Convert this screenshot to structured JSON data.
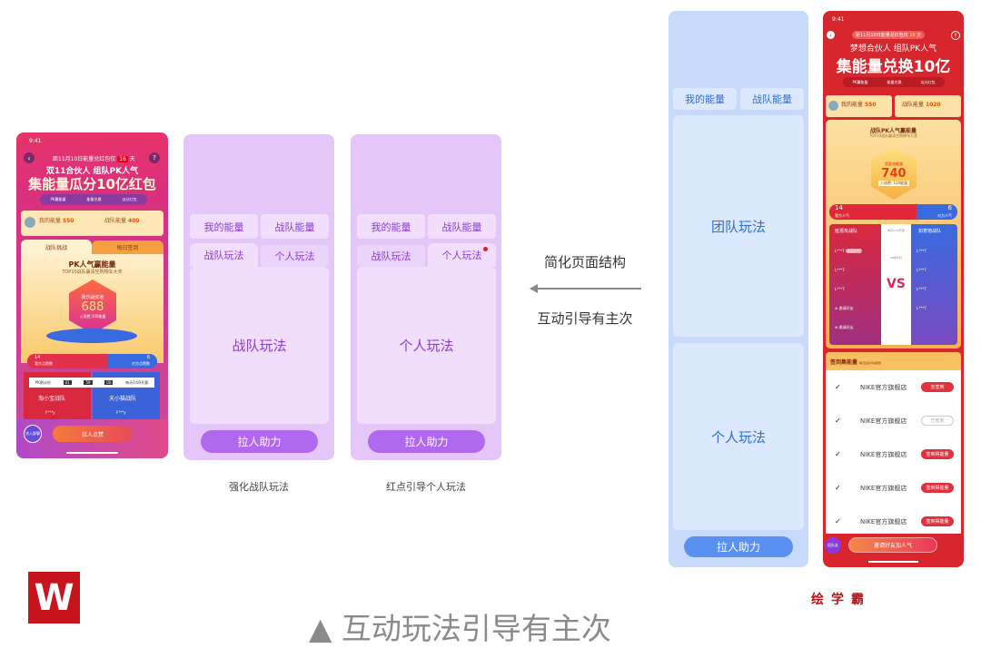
{
  "left_phone": {
    "time": "9:41",
    "countdown": "距11月10日能量兑红包仅",
    "days": "16",
    "days_unit": "天",
    "subtitle": "双11合伙人 组队PK人气",
    "title": "集能量瓜分10亿红包",
    "stages": [
      "PK赢能量",
      "能量兑换",
      "瓜分红包"
    ],
    "my_energy_label": "我的能量",
    "my_energy": "550",
    "team_energy_label": "战队能量",
    "team_energy": "400",
    "tabs": [
      "战队挑战",
      "每日签到"
    ],
    "card_title": "PK人气赢能量",
    "card_sub": "TOP10战队赢清空购物车大奖",
    "pool_label": "娱乐战奖池",
    "pool_value": "688",
    "entry": "入场费:100能量",
    "score_left": "14",
    "score_left_label": "我方点赞数",
    "score_right": "6",
    "score_right_label": "对方点赞数",
    "pk_label": "PK倒计时",
    "timer": [
      "01",
      "59",
      "00"
    ],
    "reset": "每天0:00开赛",
    "team_left": "淘小宝战队",
    "team_right": "天小猫战队",
    "user_left": "F***y",
    "user_right": "F***y",
    "join": "进入群聊",
    "cta": "拉人点赞"
  },
  "wireframe1": {
    "tabs": [
      "我的能量",
      "战队能量"
    ],
    "subtabs": [
      "战队玩法",
      "个人玩法"
    ],
    "body": "战队玩法",
    "button": "拉人助力",
    "caption": "强化战队玩法"
  },
  "wireframe2": {
    "tabs": [
      "我的能量",
      "战队能量"
    ],
    "subtabs": [
      "战队玩法",
      "个人玩法"
    ],
    "body": "个人玩法",
    "button": "拉人助力",
    "caption": "红点引导个人玩法"
  },
  "arrow": {
    "top": "简化页面结构",
    "bottom": "互动引导有主次"
  },
  "wireframe3": {
    "tabs": [
      "我的能量",
      "战队能量"
    ],
    "team": "团队玩法",
    "personal": "个人玩法",
    "button": "拉人助力"
  },
  "right_phone": {
    "time": "9:41",
    "countdown": "距11月10日能量兑红包仅",
    "days": "16",
    "days_unit": "天",
    "subtitle": "梦想合伙人 组队PK人气",
    "title": "集能量兑换10亿",
    "stages": [
      "PK赢能量",
      "能量兑换",
      "瓜分红包"
    ],
    "my_energy_label": "我的能量",
    "my_energy": "550",
    "team_energy_label": "战队能量",
    "team_energy": "1020",
    "card_title": "战队PK人气赢能量",
    "card_sub": "TOP10战队赢清空购物车大奖",
    "pool_label": "奖励池能量",
    "pool_value": "740",
    "entry": "入场费: 120能量",
    "score_left": "14",
    "score_left_label": "我方人气",
    "score_right": "6",
    "score_right_label": "对方人气",
    "team_left": "延禧攻战队",
    "team_right": "如意馆战队",
    "reset": "每天0:00开赛",
    "pk_label": "PK倒计时",
    "vs": "VS",
    "members": [
      "L***7",
      "L***7",
      "L***7",
      "L***7"
    ],
    "badge": "+2人气",
    "invite": "邀请好友",
    "signin_title": "签到集能量",
    "signin_sub": "每日签多可得能量",
    "shops": [
      {
        "name": "NIKE官方旗舰店",
        "action": "去签到"
      },
      {
        "name": "NIKE官方旗舰店",
        "action": "已签到"
      },
      {
        "name": "NIKE官方旗舰店",
        "action": "签到得能量"
      },
      {
        "name": "NIKE官方旗舰店",
        "action": "签到得能量"
      },
      {
        "name": "NIKE官方旗舰店",
        "action": "签到得能量"
      }
    ],
    "join": "组队友",
    "cta": "邀请好友加人气"
  },
  "brand": "绘学霸",
  "footer_title": "▲ 互动玩法引导有主次",
  "logo": "W"
}
